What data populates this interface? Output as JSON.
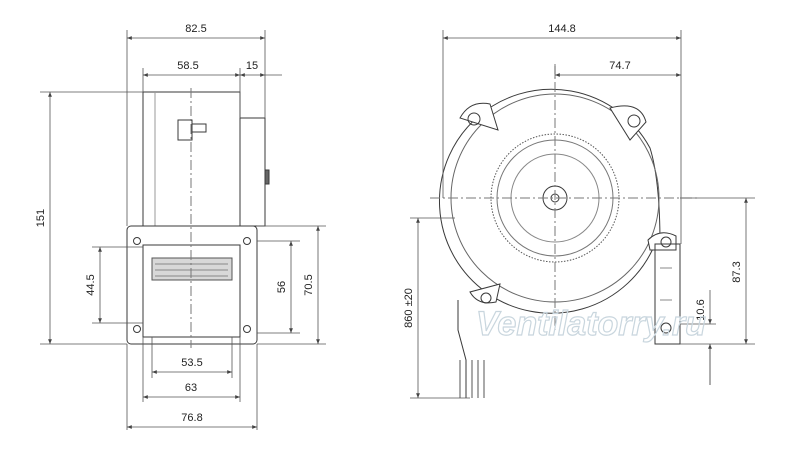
{
  "watermark": "Ventilatorry.ru",
  "side_view": {
    "overall_width": "82.5",
    "body_width": "58.5",
    "cap_width": "15",
    "overall_height": "151",
    "outlet_height": "44.5",
    "flange_inner": "56",
    "flange_outer": "70.5",
    "hole_spacing": "53.5",
    "inner_width": "63",
    "flange_width": "76.8"
  },
  "front_view": {
    "overall_width": "144.8",
    "axis_offset": "74.7",
    "cable_length": "860 ±20",
    "axis_to_bottom": "87.3",
    "outlet_offset": "10.6"
  },
  "colors": {
    "line": "#3a3a3a",
    "dim": "#555555",
    "watermark": "#c9d6de"
  }
}
